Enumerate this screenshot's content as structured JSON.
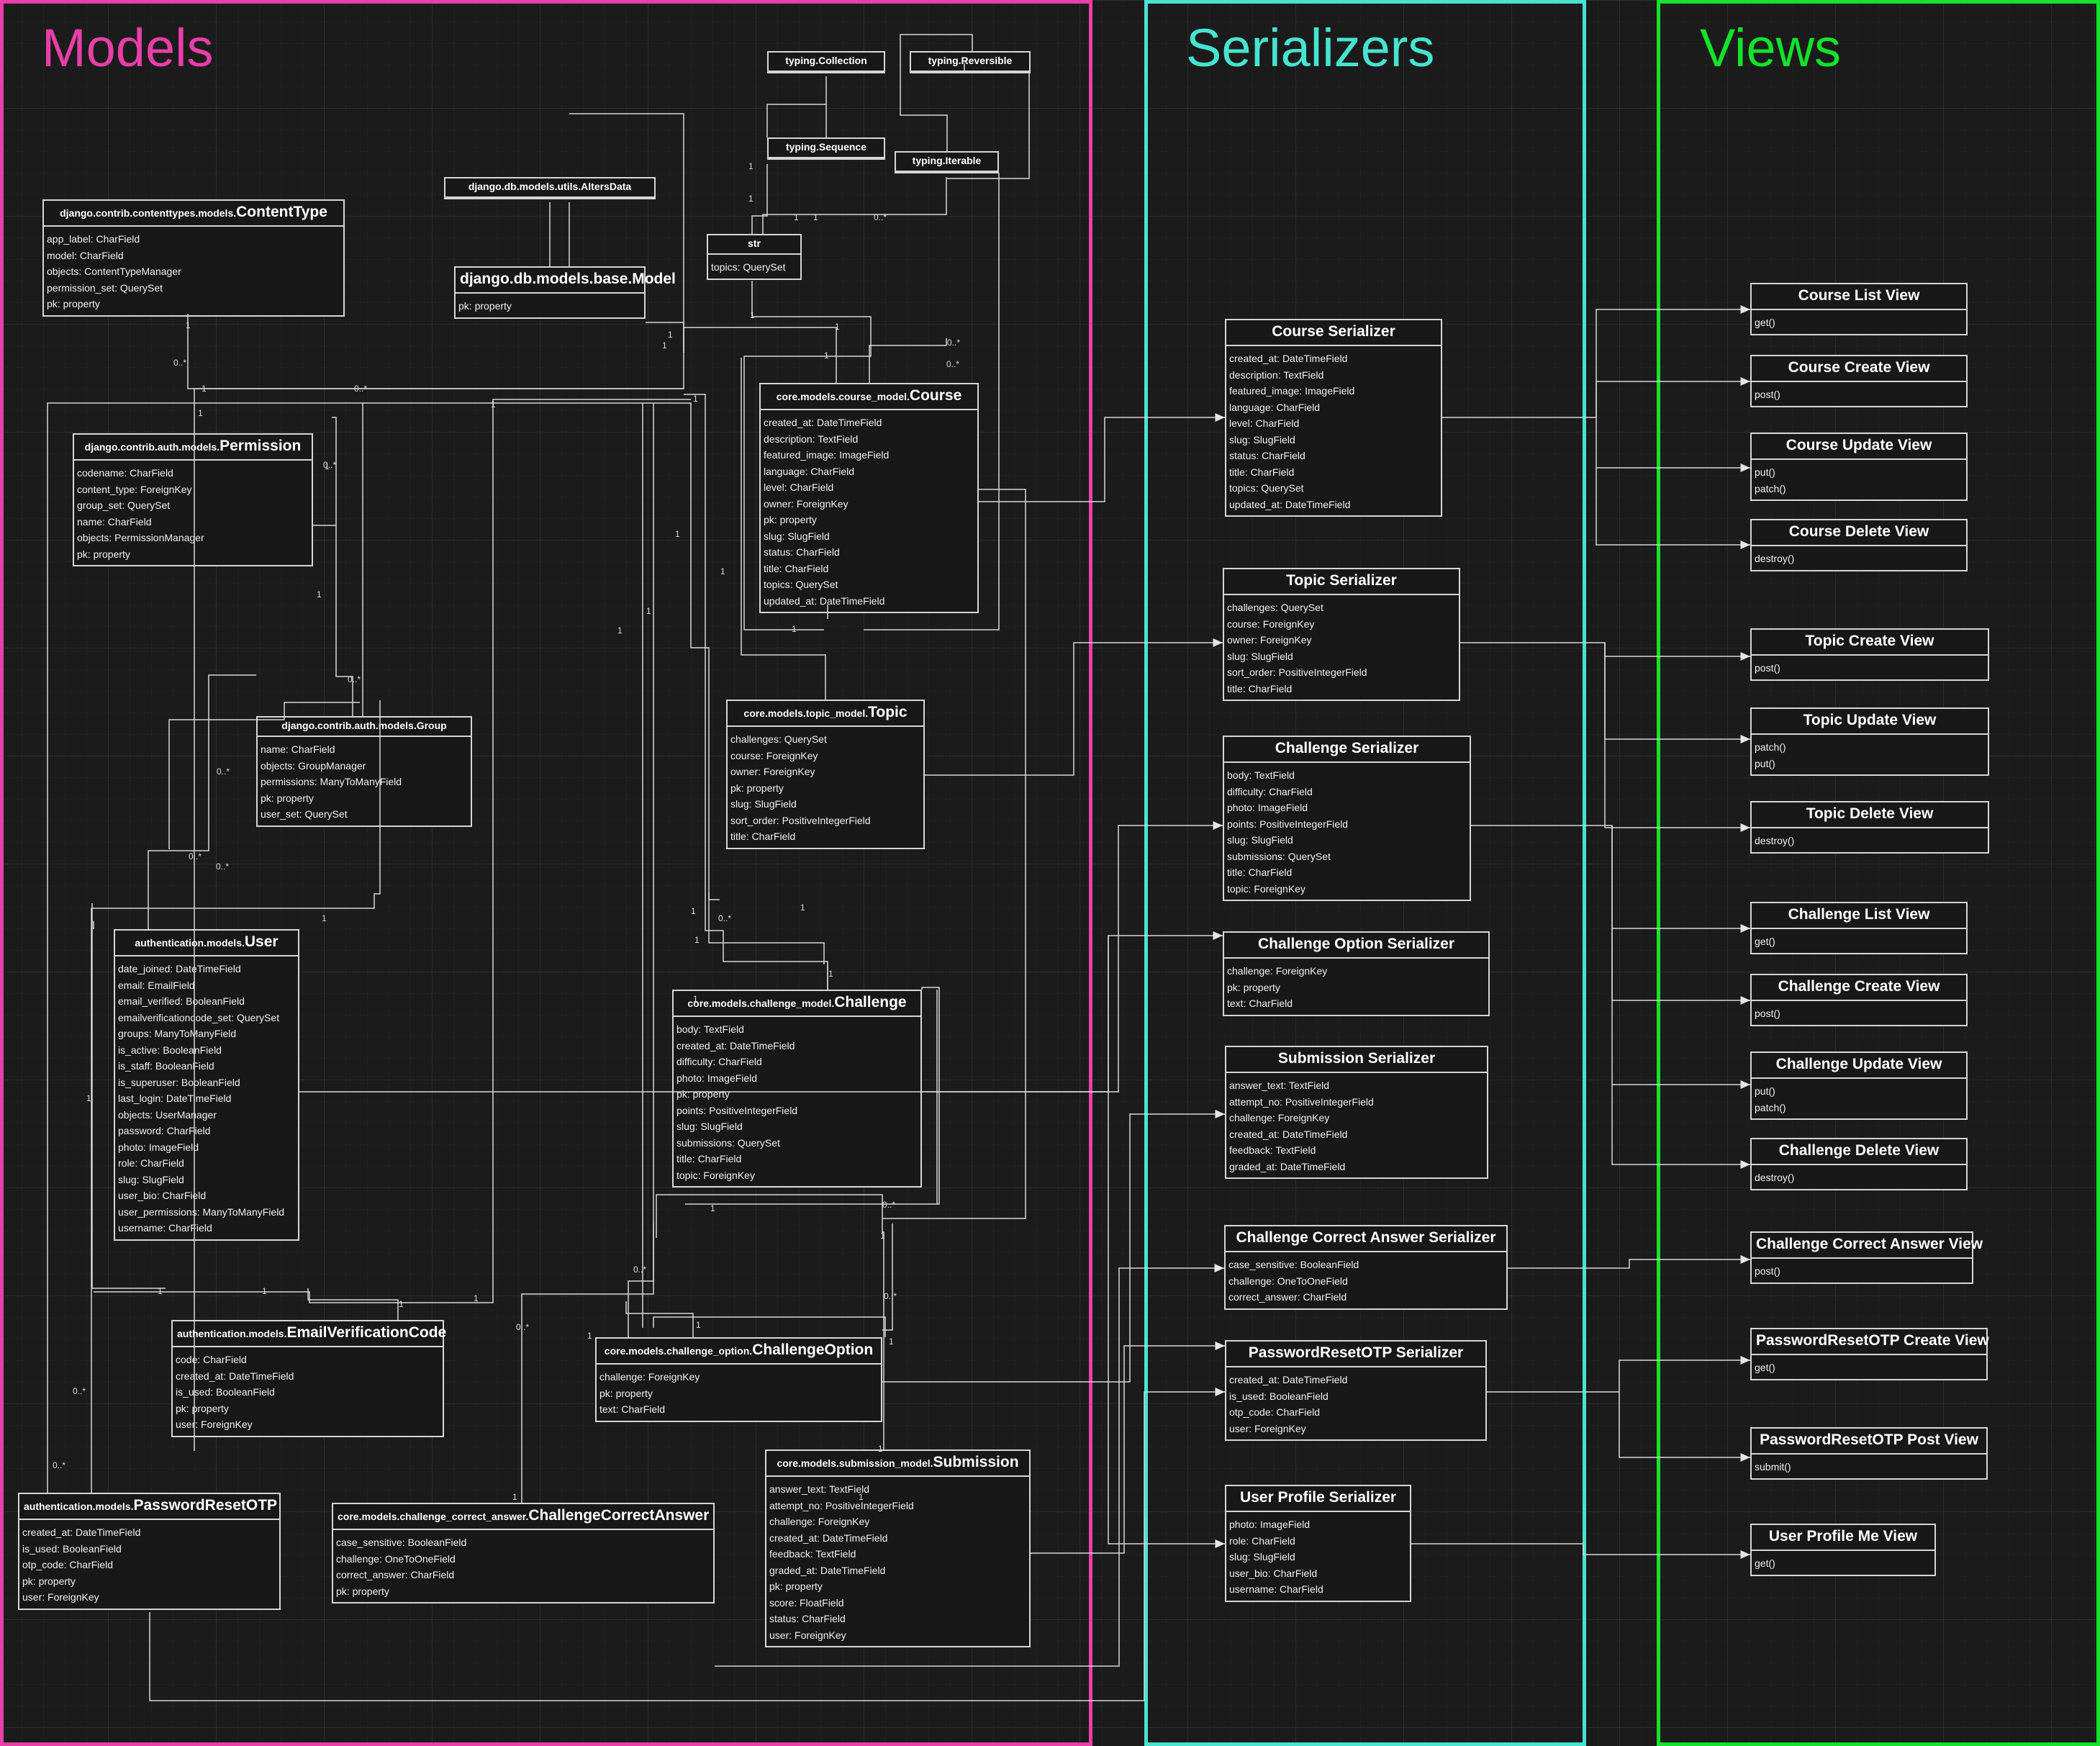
{
  "groups": [
    {
      "id": "models",
      "title": "Models",
      "color": "#e83fa9"
    },
    {
      "id": "serializers",
      "title": "Serializers",
      "color": "#46e4d0"
    },
    {
      "id": "views",
      "title": "Views",
      "color": "#14e22c"
    }
  ],
  "classes": [
    {
      "id": "ContentType",
      "prefix": "django.contrib.contenttypes.models.",
      "name": "ContentType",
      "fields": [
        "app_label: CharField",
        "model: CharField",
        "objects: ContentTypeManager",
        "permission_set: QuerySet",
        "pk: property"
      ]
    },
    {
      "id": "AltersData",
      "prefix": "",
      "name": "django.db.models.utils.AltersData",
      "fields": []
    },
    {
      "id": "Model",
      "prefix": "",
      "name": "django.db.models.base.Model",
      "fields": [
        "pk: property"
      ]
    },
    {
      "id": "Collection",
      "prefix": "",
      "name": "typing.Collection",
      "fields": []
    },
    {
      "id": "Reversible",
      "prefix": "",
      "name": "typing.Reversible",
      "fields": []
    },
    {
      "id": "Sequence",
      "prefix": "",
      "name": "typing.Sequence",
      "fields": []
    },
    {
      "id": "Iterable",
      "prefix": "",
      "name": "typing.Iterable",
      "fields": []
    },
    {
      "id": "str",
      "prefix": "",
      "name": "str",
      "fields": [
        "topics: QuerySet"
      ]
    },
    {
      "id": "Permission",
      "prefix": "django.contrib.auth.models.",
      "name": "Permission",
      "fields": [
        "codename: CharField",
        "content_type: ForeignKey",
        "group_set: QuerySet",
        "name: CharField",
        "objects: PermissionManager",
        "pk: property"
      ]
    },
    {
      "id": "Course",
      "prefix": "core.models.course_model.",
      "name": "Course",
      "fields": [
        "created_at: DateTimeField",
        "description: TextField",
        "featured_image: ImageField",
        "language: CharField",
        "level: CharField",
        "owner: ForeignKey",
        "pk: property",
        "slug: SlugField",
        "status: CharField",
        "title: CharField",
        "topics: QuerySet",
        "updated_at: DateTimeField"
      ]
    },
    {
      "id": "Group",
      "prefix": "",
      "name": "django.contrib.auth.models.Group",
      "fields": [
        "name: CharField",
        "objects: GroupManager",
        "permissions: ManyToManyField",
        "pk: property",
        "user_set: QuerySet"
      ]
    },
    {
      "id": "Topic",
      "prefix": "core.models.topic_model.",
      "name": "Topic",
      "fields": [
        "challenges: QuerySet",
        "course: ForeignKey",
        "owner: ForeignKey",
        "pk: property",
        "slug: SlugField",
        "sort_order: PositiveIntegerField",
        "title: CharField"
      ]
    },
    {
      "id": "User",
      "prefix": "authentication.models.",
      "name": "User",
      "fields": [
        "date_joined: DateTimeField",
        "email: EmailField",
        "email_verified: BooleanField",
        "emailverificationcode_set: QuerySet",
        "groups: ManyToManyField",
        "is_active: BooleanField",
        "is_staff: BooleanField",
        "is_superuser: BooleanField",
        "last_login: DateTimeField",
        "objects: UserManager",
        "password: CharField",
        "photo: ImageField",
        "role: CharField",
        "slug: SlugField",
        "user_bio: CharField",
        "user_permissions: ManyToManyField",
        "username: CharField"
      ]
    },
    {
      "id": "Challenge",
      "prefix": "core.models.challenge_model.",
      "name": "Challenge",
      "fields": [
        "body: TextField",
        "created_at: DateTimeField",
        "difficulty: CharField",
        "photo: ImageField",
        "pk: property",
        "points: PositiveIntegerField",
        "slug: SlugField",
        "submissions: QuerySet",
        "title: CharField",
        "topic: ForeignKey"
      ]
    },
    {
      "id": "EmailVerificationCode",
      "prefix": "authentication.models.",
      "name": "EmailVerificationCode",
      "fields": [
        "code: CharField",
        "created_at: DateTimeField",
        "is_used: BooleanField",
        "pk: property",
        "user: ForeignKey"
      ]
    },
    {
      "id": "ChallengeOption",
      "prefix": "core.models.challenge_option.",
      "name": "ChallengeOption",
      "fields": [
        "challenge: ForeignKey",
        "pk: property",
        "text: CharField"
      ]
    },
    {
      "id": "Submission",
      "prefix": "core.models.submission_model.",
      "name": "Submission",
      "fields": [
        "answer_text: TextField",
        "attempt_no: PositiveIntegerField",
        "challenge: ForeignKey",
        "created_at: DateTimeField",
        "feedback: TextField",
        "graded_at: DateTimeField",
        "pk: property",
        "score: FloatField",
        "status: CharField",
        "user: ForeignKey"
      ]
    },
    {
      "id": "PasswordResetOTP",
      "prefix": "authentication.models.",
      "name": "PasswordResetOTP",
      "fields": [
        "created_at: DateTimeField",
        "is_used: BooleanField",
        "otp_code: CharField",
        "pk: property",
        "user: ForeignKey"
      ]
    },
    {
      "id": "ChallengeCorrectAnswer",
      "prefix": "core.models.challenge_correct_answer.",
      "name": "ChallengeCorrectAnswer",
      "fields": [
        "case_sensitive: BooleanField",
        "challenge: OneToOneField",
        "correct_answer: CharField",
        "pk: property"
      ]
    },
    {
      "id": "CourseSerializer",
      "prefix": "",
      "name": "Course Serializer",
      "fields": [
        "created_at: DateTimeField",
        "description: TextField",
        "featured_image: ImageField",
        "language: CharField",
        "level: CharField",
        "slug: SlugField",
        "status: CharField",
        "title: CharField",
        "topics: QuerySet",
        "updated_at: DateTimeField"
      ]
    },
    {
      "id": "TopicSerializer",
      "prefix": "",
      "name": "Topic Serializer",
      "fields": [
        "challenges: QuerySet",
        "course: ForeignKey",
        "owner: ForeignKey",
        "slug: SlugField",
        "sort_order: PositiveIntegerField",
        "title: CharField"
      ]
    },
    {
      "id": "ChallengeSerializer",
      "prefix": "",
      "name": "Challenge Serializer",
      "fields": [
        "body: TextField",
        "difficulty: CharField",
        "photo: ImageField",
        "points: PositiveIntegerField",
        "slug: SlugField",
        "submissions: QuerySet",
        "title: CharField",
        "topic: ForeignKey"
      ]
    },
    {
      "id": "ChallengeOptionSerializer",
      "prefix": "",
      "name": "Challenge Option Serializer",
      "fields": [
        "challenge: ForeignKey",
        "pk: property",
        "text: CharField"
      ]
    },
    {
      "id": "SubmissionSerializer",
      "prefix": "",
      "name": "Submission Serializer",
      "fields": [
        "answer_text: TextField",
        "attempt_no: PositiveIntegerField",
        "challenge: ForeignKey",
        "created_at: DateTimeField",
        "feedback: TextField",
        "graded_at: DateTimeField"
      ]
    },
    {
      "id": "ChallengeCorrectAnswerSerializer",
      "prefix": "",
      "name": "Challenge Correct Answer Serializer",
      "fields": [
        "case_sensitive: BooleanField",
        "challenge: OneToOneField",
        "correct_answer: CharField"
      ]
    },
    {
      "id": "PasswordResetOTPSerializer",
      "prefix": "",
      "name": "PasswordResetOTP Serializer",
      "fields": [
        "created_at: DateTimeField",
        "is_used: BooleanField",
        "otp_code: CharField",
        "user: ForeignKey"
      ]
    },
    {
      "id": "UserProfileSerializer",
      "prefix": "",
      "name": "User Profile Serializer",
      "fields": [
        "photo: ImageField",
        "role: CharField",
        "slug: SlugField",
        "user_bio: CharField",
        "username: CharField"
      ]
    },
    {
      "id": "CourseListView",
      "prefix": "",
      "name": "Course List View",
      "fields": [
        "get()"
      ]
    },
    {
      "id": "CourseCreateView",
      "prefix": "",
      "name": "Course Create View",
      "fields": [
        "post()"
      ]
    },
    {
      "id": "CourseUpdateView",
      "prefix": "",
      "name": "Course Update View",
      "fields": [
        "put()",
        "patch()"
      ]
    },
    {
      "id": "CourseDeleteView",
      "prefix": "",
      "name": "Course Delete View",
      "fields": [
        "destroy()"
      ]
    },
    {
      "id": "TopicCreateView",
      "prefix": "",
      "name": "Topic Create View",
      "fields": [
        "post()"
      ]
    },
    {
      "id": "TopicUpdateView",
      "prefix": "",
      "name": "Topic Update View",
      "fields": [
        "patch()",
        "put()"
      ]
    },
    {
      "id": "TopicDeleteView",
      "prefix": "",
      "name": "Topic Delete View",
      "fields": [
        "destroy()"
      ]
    },
    {
      "id": "ChallengeListView",
      "prefix": "",
      "name": "Challenge List View",
      "fields": [
        "get()"
      ]
    },
    {
      "id": "ChallengeCreateView",
      "prefix": "",
      "name": "Challenge Create View",
      "fields": [
        "post()"
      ]
    },
    {
      "id": "ChallengeUpdateView",
      "prefix": "",
      "name": "Challenge Update View",
      "fields": [
        "put()",
        "patch()"
      ]
    },
    {
      "id": "ChallengeDeleteView",
      "prefix": "",
      "name": "Challenge Delete View",
      "fields": [
        "destroy()"
      ]
    },
    {
      "id": "ChallengeCorrectAnswerView",
      "prefix": "",
      "name": "Challenge Correct Answer View",
      "fields": [
        "post()"
      ]
    },
    {
      "id": "PasswordResetOTPCreateView",
      "prefix": "",
      "name": "PasswordResetOTP Create View",
      "fields": [
        "get()"
      ]
    },
    {
      "id": "PasswordResetOTPPostView",
      "prefix": "",
      "name": "PasswordResetOTP Post View",
      "fields": [
        "submit()"
      ]
    },
    {
      "id": "UserProfileMeView",
      "prefix": "",
      "name": "User Profile Me View",
      "fields": [
        "get()"
      ]
    }
  ],
  "multiplicities": [
    "1",
    "0..*",
    "1",
    "1",
    "0..*",
    "1",
    "1",
    "1",
    "1",
    "1",
    "0..*",
    "1",
    "0..*",
    "1",
    "1",
    "0..*",
    "1",
    "1",
    "1",
    "1",
    "1",
    "1",
    "1",
    "0..*",
    "1",
    "0..*",
    "0..*",
    "0..*",
    "0..*",
    "0..*",
    "1",
    "1",
    "0..*",
    "1",
    "1",
    "1",
    "1",
    "0..*",
    "0..*",
    "1",
    "1",
    "0..*",
    "1",
    "1",
    "0..*",
    "1",
    "1",
    "1",
    "1",
    "1",
    "1",
    "0..*",
    "1",
    "1",
    "1",
    "1",
    "1"
  ]
}
